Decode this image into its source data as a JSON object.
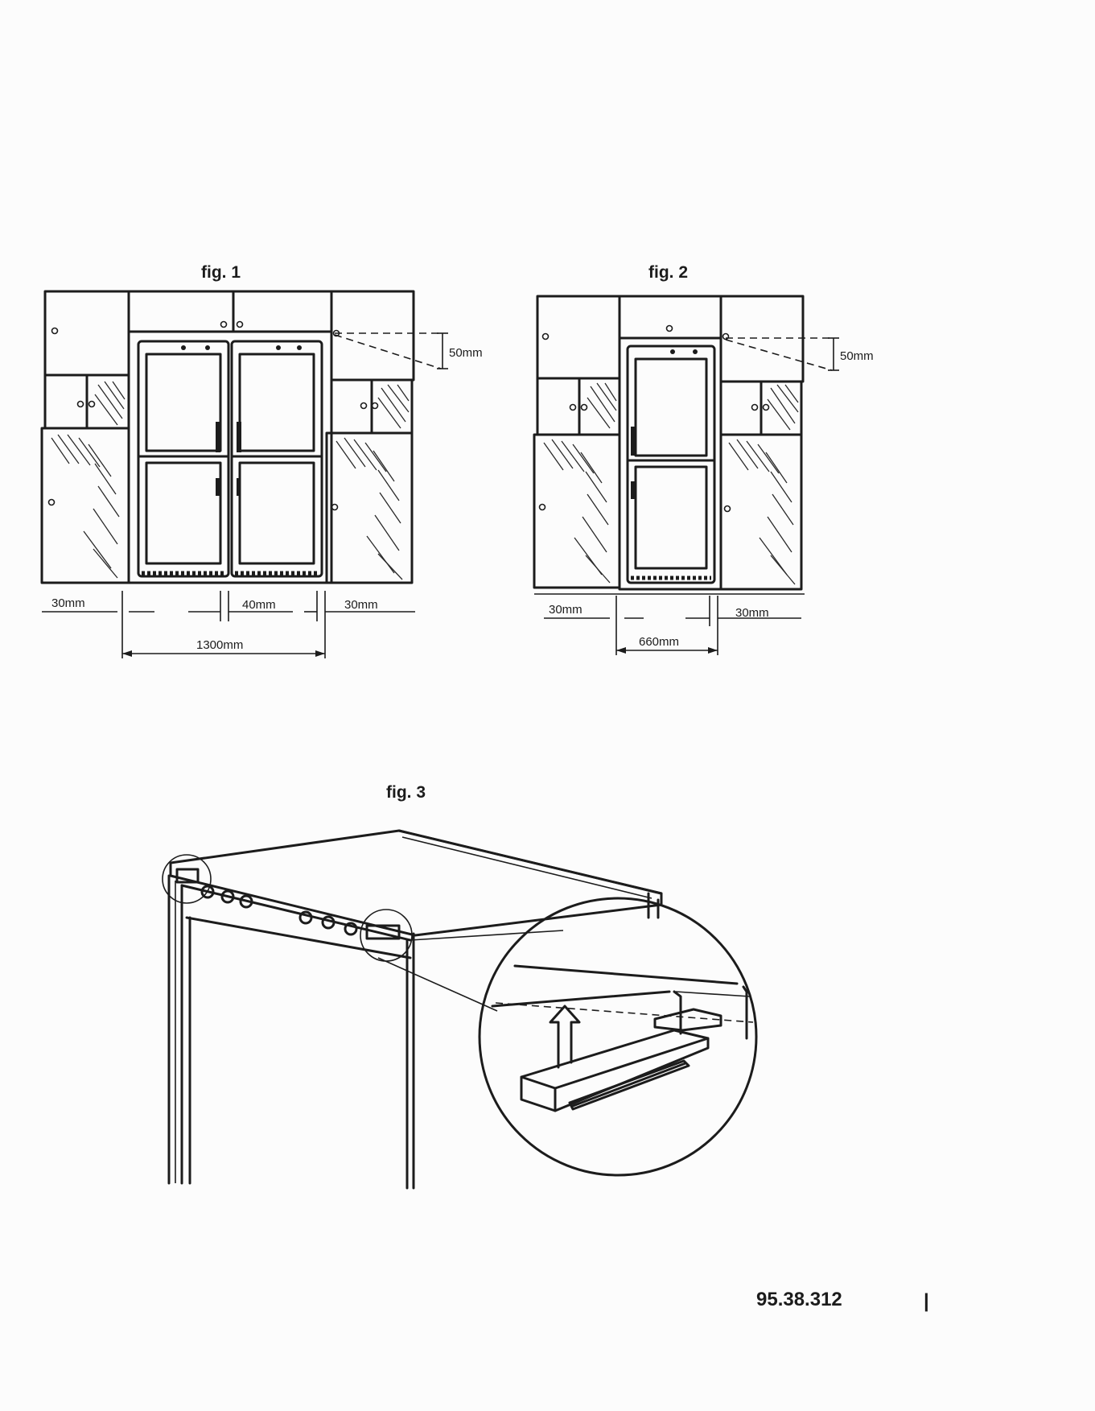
{
  "figures": {
    "fig1": {
      "title": "fig. 1",
      "gap_top": "50mm",
      "gap_left": "30mm",
      "gap_middle": "40mm",
      "gap_right": "30mm",
      "overall_width": "1300mm"
    },
    "fig2": {
      "title": "fig. 2",
      "gap_top": "50mm",
      "gap_left": "30mm",
      "gap_right": "30mm",
      "overall_width": "660mm"
    },
    "fig3": {
      "title": "fig. 3"
    }
  },
  "document_code": "95.38.312",
  "page_mark": "|"
}
